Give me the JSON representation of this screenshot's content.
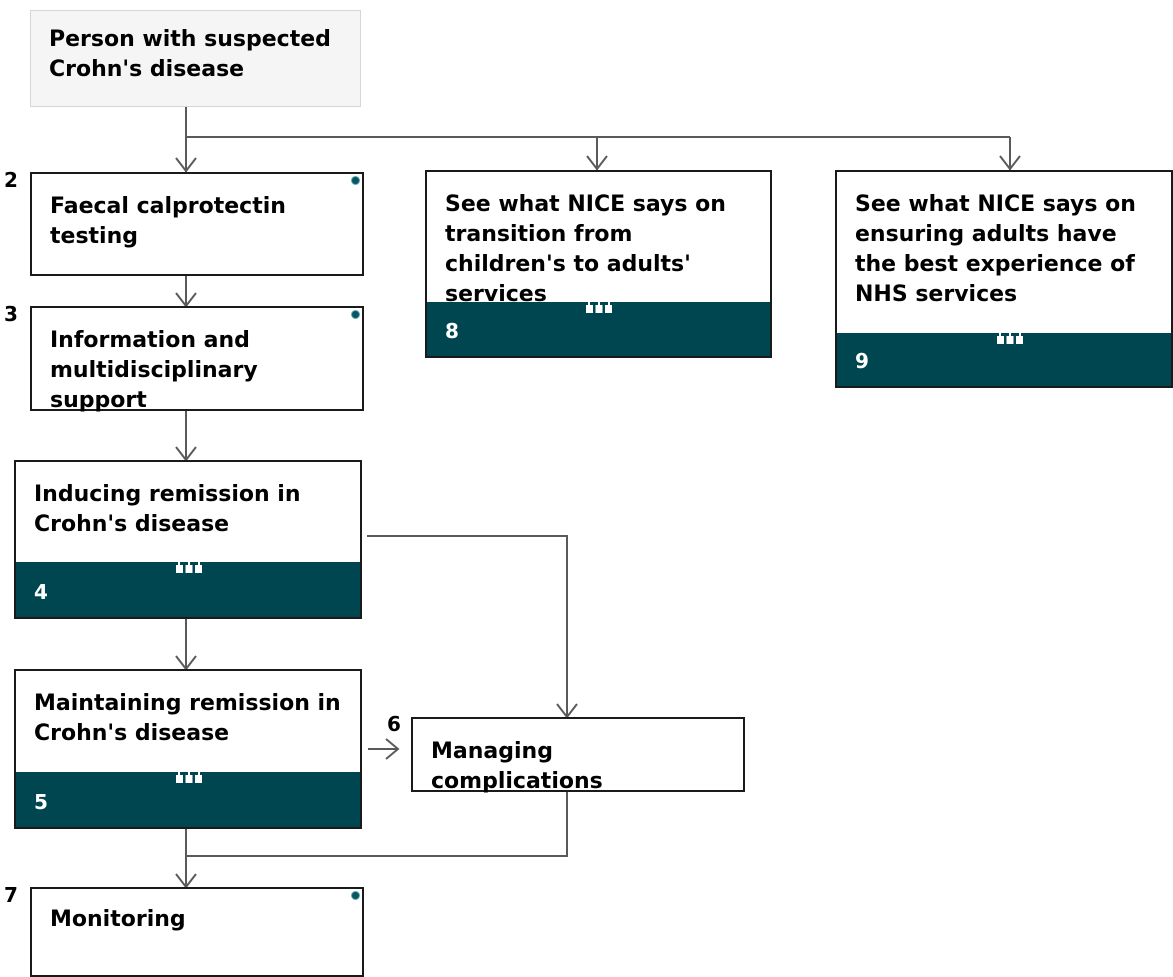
{
  "accent_color": "#004650",
  "nodes": {
    "start": {
      "title": "Person with suspected Crohn's disease"
    },
    "calprotectin": {
      "title": "Faecal calprotectin testing",
      "step": "2"
    },
    "info_support": {
      "title": "Information and multidisciplinary support",
      "step": "3"
    },
    "inducing": {
      "title": "Inducing remission in Crohn's disease",
      "number": "4",
      "icon": "pathway-hierarchy-icon"
    },
    "maintaining": {
      "title": "Maintaining remission in Crohn's disease",
      "number": "5",
      "icon": "pathway-hierarchy-icon"
    },
    "complications": {
      "title": "Managing complications",
      "step": "6"
    },
    "monitoring": {
      "title": "Monitoring",
      "step": "7"
    },
    "transition": {
      "title": "See what NICE says on transition from children's to adults' services",
      "number": "8",
      "icon": "pathway-hierarchy-icon"
    },
    "adults_experience": {
      "title": "See what NICE says on ensuring adults have the best experience of NHS services",
      "number": "9",
      "icon": "pathway-hierarchy-icon"
    }
  }
}
